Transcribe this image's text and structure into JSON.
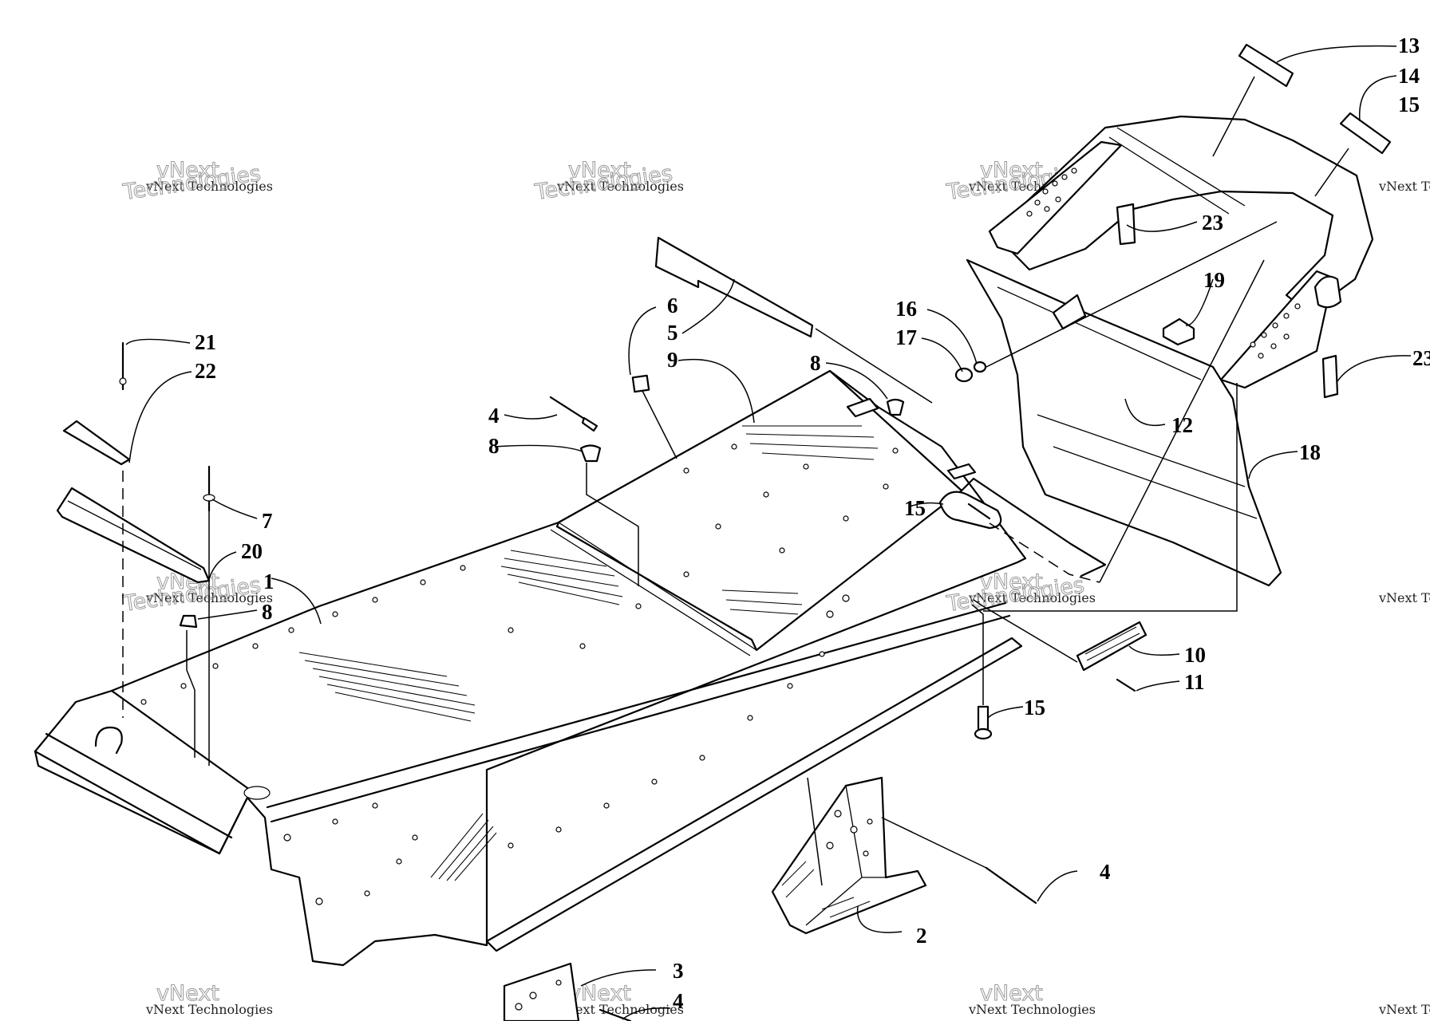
{
  "watermark": {
    "line1": "vNext Technologies",
    "line2": "vNext",
    "line3": "Technologies"
  },
  "callouts": {
    "c1": "1",
    "c2": "2",
    "c3": "3",
    "c4a": "4",
    "c4b": "4",
    "c4c": "4",
    "c5": "5",
    "c6": "6",
    "c7": "7",
    "c8a": "8",
    "c8b": "8",
    "c8c": "8",
    "c9": "9",
    "c10": "10",
    "c11": "11",
    "c12": "12",
    "c13": "13",
    "c14": "14",
    "c15a": "15",
    "c15b": "15",
    "c15c": "15",
    "c16": "16",
    "c17": "17",
    "c18": "18",
    "c19": "19",
    "c20": "20",
    "c21": "21",
    "c22": "22",
    "c23a": "23",
    "c23b": "23"
  }
}
